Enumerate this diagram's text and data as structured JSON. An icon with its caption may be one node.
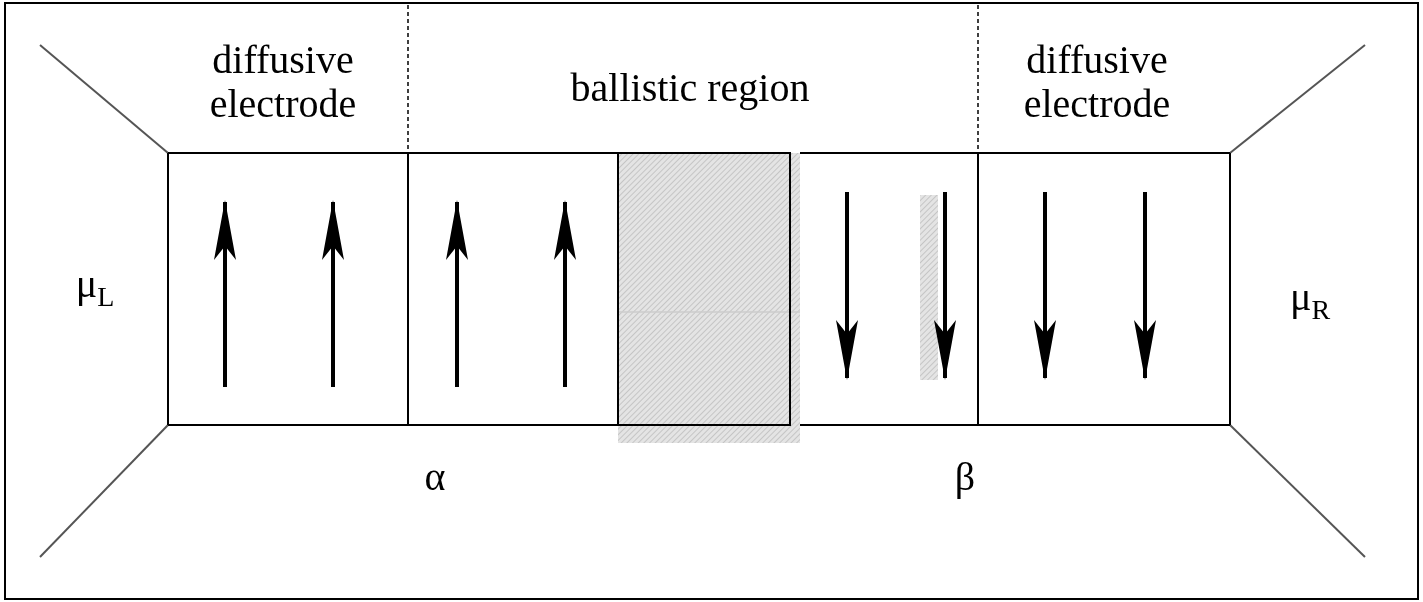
{
  "diagram": {
    "labels": [
      "diffusive electrode",
      "ballistic region",
      "diffusive electrode",
      "μ$_{L}$",
      "μ$_{R}$",
      "α",
      "β"
    ]
  }
}
